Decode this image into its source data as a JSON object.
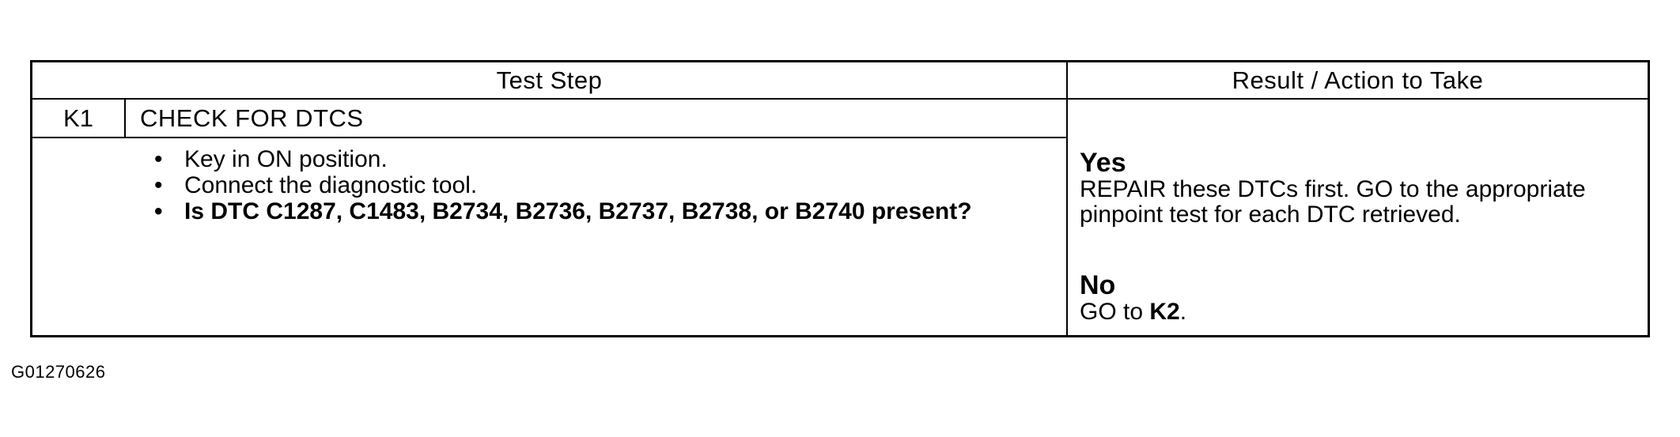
{
  "table": {
    "header_left": "Test Step",
    "header_right": "Result / Action to Take",
    "step_id": "K1",
    "step_title": "CHECK FOR DTCS",
    "bullets": [
      "Key in ON position.",
      "Connect the diagnostic tool.",
      "Is DTC C1287, C1483, B2734, B2736, B2737, B2738, or B2740 present?"
    ],
    "yes_label": "Yes",
    "yes_text": "REPAIR these DTCs first. GO to the appropriate pinpoint test for each DTC retrieved.",
    "no_label": "No",
    "no_text_prefix": "GO to ",
    "no_text_target": "K2",
    "no_text_suffix": "."
  },
  "figure_id": "G01270626"
}
